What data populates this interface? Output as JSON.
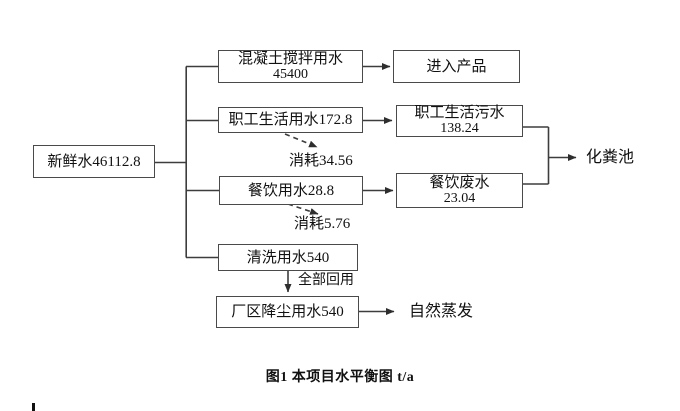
{
  "diagram": {
    "caption": "图1  本项目水平衡图  t/a",
    "nodes": {
      "fresh_water": {
        "label": "新鲜水46112.8"
      },
      "concrete_mixing": {
        "line1": "混凝土搅拌用水",
        "line2": "45400"
      },
      "staff_domestic_water": {
        "label": "职工生活用水172.8"
      },
      "catering_water": {
        "label": "餐饮用水28.8"
      },
      "cleaning_water": {
        "label": "清洗用水540"
      },
      "dust_suppression_water": {
        "label": "厂区降尘用水540"
      },
      "into_product": {
        "label": "进入产品"
      },
      "staff_sewage": {
        "line1": "职工生活污水",
        "line2": "138.24"
      },
      "catering_wastewater": {
        "line1": "餐饮废水",
        "line2": "23.04"
      }
    },
    "labels": {
      "septic_tank": "化粪池",
      "natural_evaporation": "自然蒸发",
      "consumption_staff": "消耗34.56",
      "consumption_catering": "消耗5.76",
      "full_reuse": "全部回用"
    },
    "colors": {
      "line": "#3d3d3d",
      "box_border": "#4a4a4a",
      "text": "#111111",
      "background": "#ffffff"
    }
  }
}
